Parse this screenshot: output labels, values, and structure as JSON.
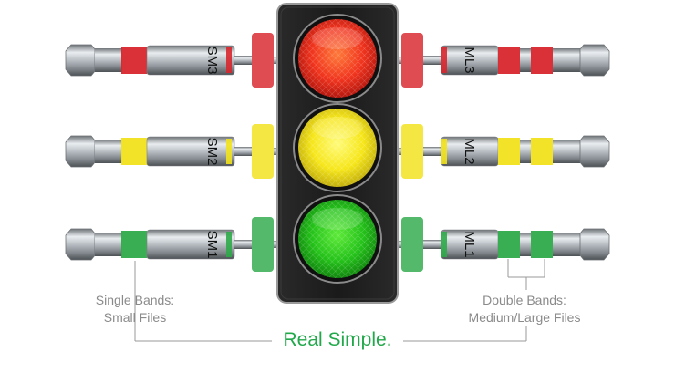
{
  "colors": {
    "red": "#d8262d",
    "yellow": "#f2e21c",
    "green": "#2faa4a",
    "housing": "#1c1c1c",
    "tagline": "#21a84a",
    "caption": "#8a8a8a"
  },
  "files": [
    {
      "row": "red",
      "left_label": "SM3",
      "right_label": "ML3"
    },
    {
      "row": "yellow",
      "left_label": "SM2",
      "right_label": "ML2"
    },
    {
      "row": "green",
      "left_label": "SM1",
      "right_label": "ML1"
    }
  ],
  "captions": {
    "left_line1": "Single Bands:",
    "left_line2": "Small Files",
    "right_line1": "Double Bands:",
    "right_line2": "Medium/Large Files"
  },
  "tagline": "Real Simple."
}
